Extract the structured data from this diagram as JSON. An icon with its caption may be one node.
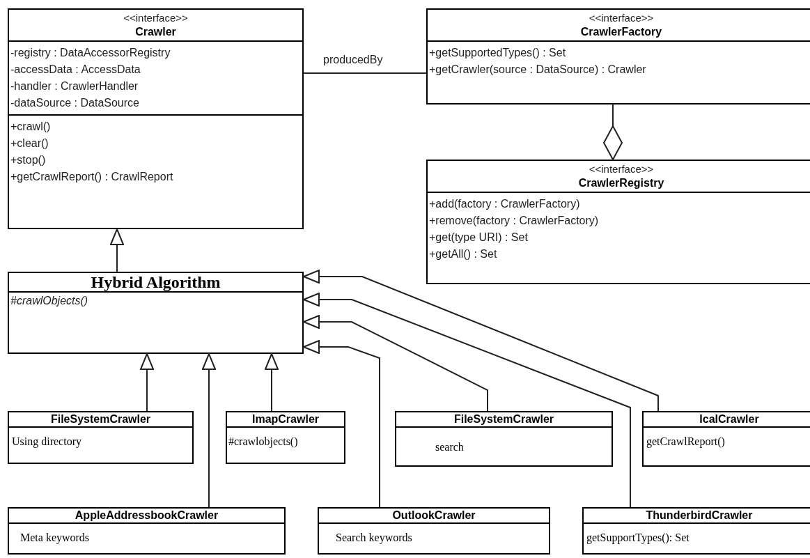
{
  "diagram": {
    "nodes": [
      {
        "text": [
          "<<interface>>",
          "Crawler",
          "-registry : DataAccessorRegistry",
          "-accessData : AccessData",
          "-handler : CrawlerHandler",
          "-dataSource : DataSource",
          "+crawl()",
          "+clear()",
          "+stop()",
          "+getCrawlReport() : CrawlReport"
        ]
      },
      {
        "text": [
          "<<interface>>",
          "CrawlerFactory",
          "+getSupportedTypes() : Set",
          "+getCrawler(source : DataSource) : Crawler"
        ]
      },
      {
        "text": [
          "<<interface>>",
          "CrawlerRegistry",
          "+add(factory : CrawlerFactory)",
          "+remove(factory : CrawlerFactory)",
          "+get(type URI) : Set",
          "+getAll() : Set"
        ]
      },
      {
        "text": [
          "Hybrid Algorithm",
          "#crawlObjects()"
        ]
      },
      {
        "text": [
          "FileSystemCrawler",
          "Using directory"
        ]
      },
      {
        "text": [
          "ImapCrawler",
          "#crawlobjects()"
        ]
      },
      {
        "text": [
          "FileSystemCrawler",
          "search"
        ]
      },
      {
        "text": [
          "IcalCrawler",
          "getCrawlReport()"
        ]
      },
      {
        "text": [
          "AppleAddressbookCrawler",
          "Meta keywords"
        ]
      },
      {
        "text": [
          "OutlookCrawler",
          "Search keywords"
        ]
      },
      {
        "text": [
          "ThunderbirdCrawler",
          "getSupportTypes(): Set"
        ]
      }
    ],
    "edges": [
      {
        "from": 0,
        "to": 1,
        "arrow": "none",
        "label": "producedBy"
      },
      {
        "from": 1,
        "to": 2,
        "arrow": "other"
      },
      {
        "from": 3,
        "to": 0,
        "arrow": "to"
      },
      {
        "from": 4,
        "to": 3,
        "arrow": "to"
      },
      {
        "from": 8,
        "to": 3,
        "arrow": "to"
      },
      {
        "from": 5,
        "to": 3,
        "arrow": "to"
      },
      {
        "from": 9,
        "to": 3,
        "arrow": "to"
      },
      {
        "from": 6,
        "to": 3,
        "arrow": "to"
      },
      {
        "from": 10,
        "to": 3,
        "arrow": "to"
      },
      {
        "from": 7,
        "to": 3,
        "arrow": "to"
      }
    ]
  }
}
